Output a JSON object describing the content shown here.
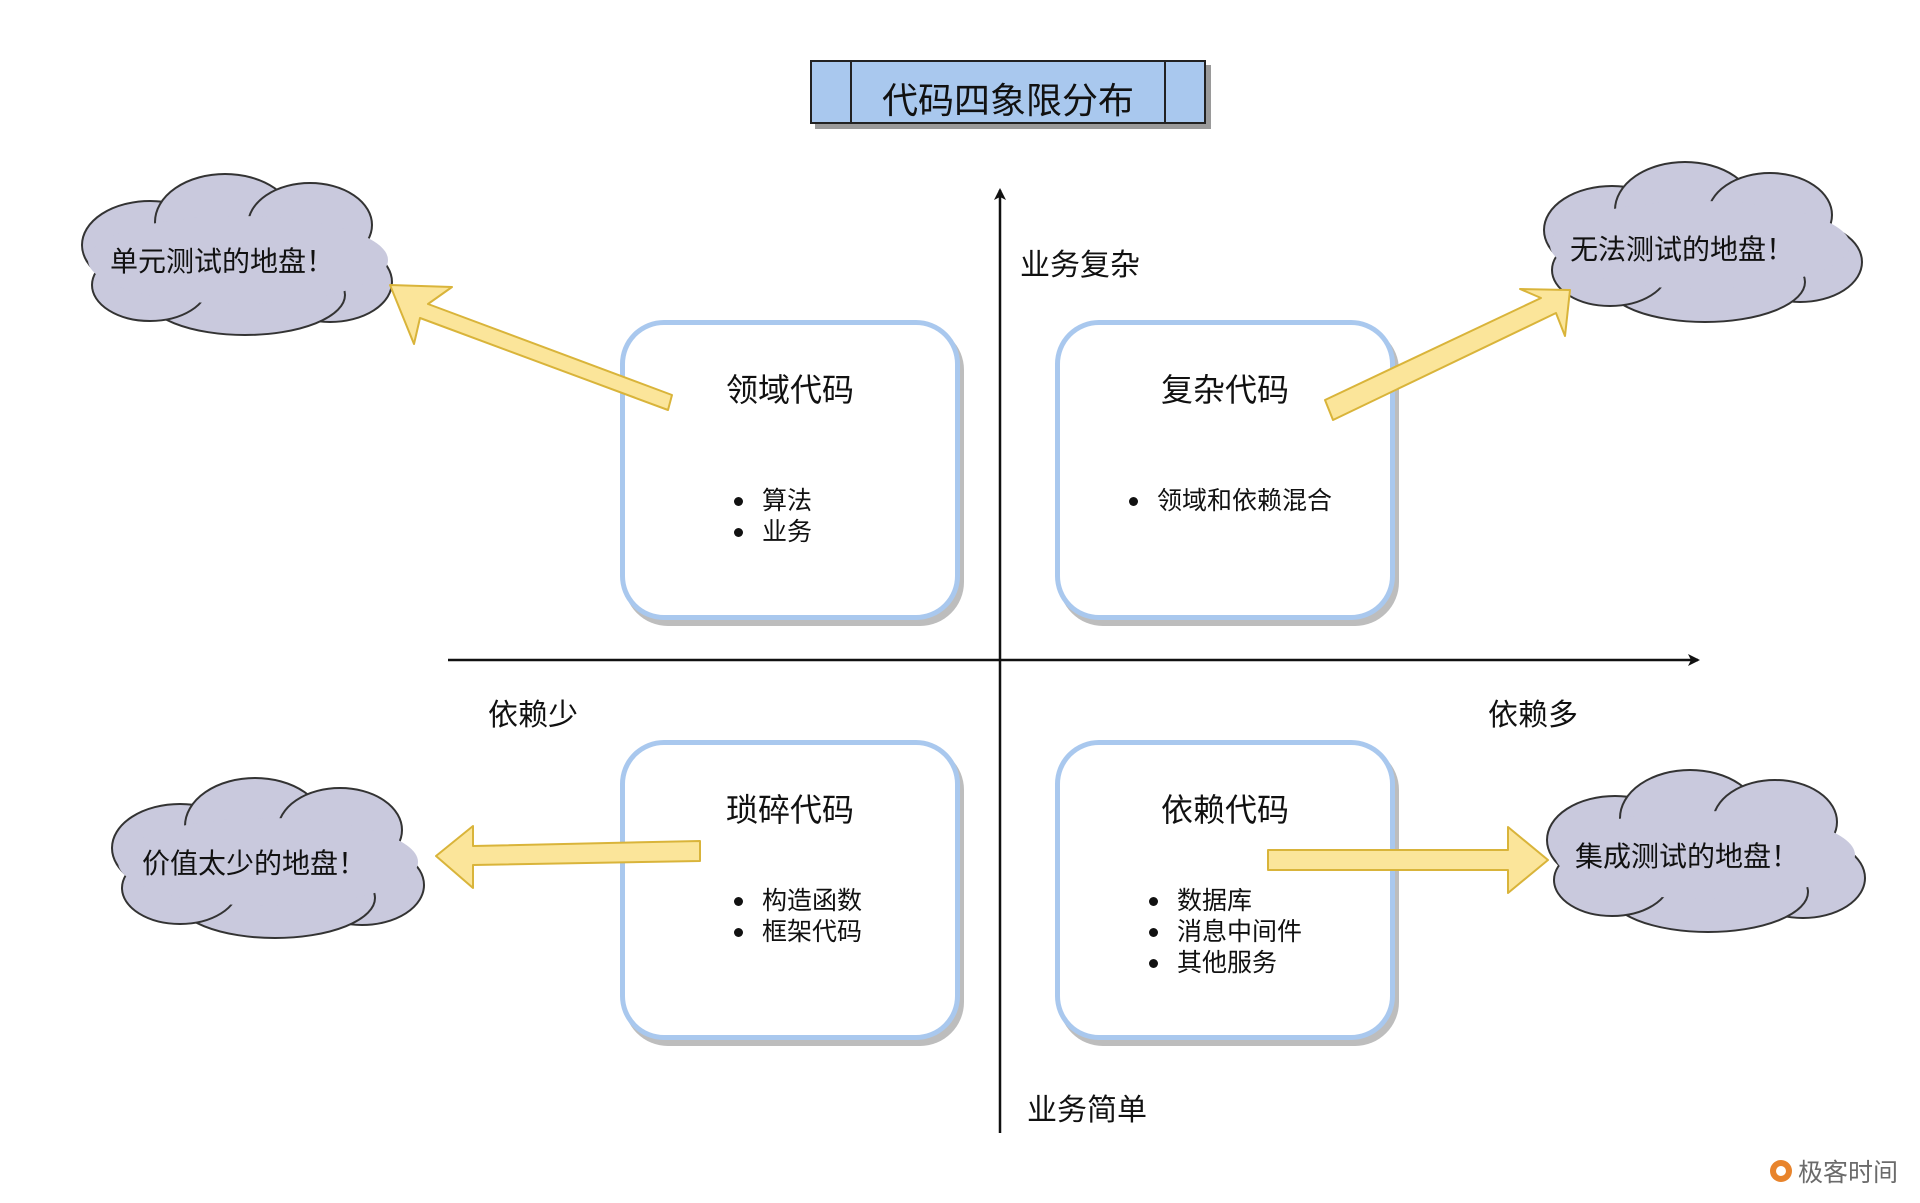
{
  "diagram": {
    "title": "代码四象限分布",
    "axes": {
      "top": "业务复杂",
      "bottom": "业务简单",
      "left": "依赖少",
      "right": "依赖多"
    },
    "quadrants": [
      {
        "title": "领域代码",
        "items": [
          "算法",
          "业务"
        ]
      },
      {
        "title": "复杂代码",
        "items": [
          "领域和依赖混合"
        ]
      },
      {
        "title": "琐碎代码",
        "items": [
          "构造函数",
          "框架代码"
        ]
      },
      {
        "title": "依赖代码",
        "items": [
          "数据库",
          "消息中间件",
          "其他服务"
        ]
      }
    ],
    "clouds": [
      {
        "text": "单元测试的地盘！"
      },
      {
        "text": "无法测试的地盘！"
      },
      {
        "text": "价值太少的地盘！"
      },
      {
        "text": "集成测试的地盘！"
      }
    ],
    "colors": {
      "title_fill": "#a9c8ee",
      "box_border": "#a9c8ee",
      "arrow_fill": "#fbe59a",
      "arrow_stroke": "#d9b43a",
      "cloud_fill": "#c9c9dd"
    }
  },
  "watermark": "极客时间"
}
